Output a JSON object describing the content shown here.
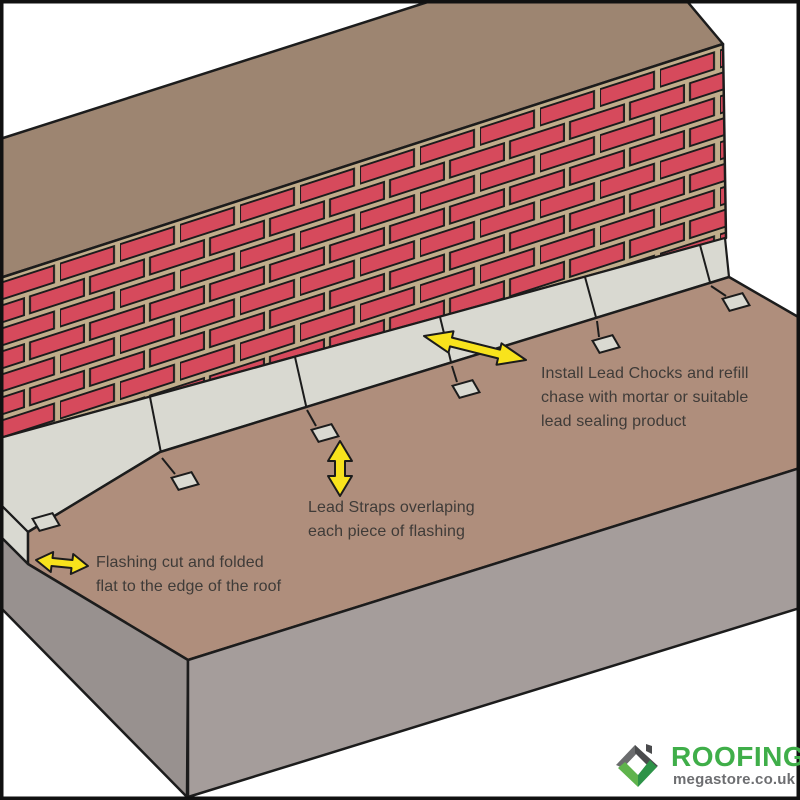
{
  "annotations": {
    "install_chocks": "Install Lead Chocks and refill\nchase with mortar or suitable\nlead sealing product",
    "lead_straps": "Lead Straps overlaping\neach piece of flashing",
    "flashing_fold": "Flashing cut and folded\nflat to the edge of the roof"
  },
  "logo": {
    "brand": "ROOFING",
    "domain": "megastore.co.uk"
  },
  "icons": {
    "logo_icon": "house-with-checkmark",
    "arrow_style": "double-headed-yellow"
  },
  "colors": {
    "brick": "#d64a5c",
    "mortar": "#c1ad8b",
    "wall_top": "#9d8571",
    "roof": "#af8e7c",
    "flashing": "#d9d9d1",
    "face_left": "#98918f",
    "face_right": "#a59d9b",
    "arrow": "#f8e31c",
    "outline": "#1c1c1c",
    "text": "#3f3b38",
    "logo_green": "#3fae49",
    "logo_grey": "#6d6e71",
    "logo_roof_light": "#6b6c6e",
    "logo_roof_dark": "#4a4b4d",
    "logo_check_light": "#5fb34c",
    "logo_check_dark": "#2d9348"
  }
}
